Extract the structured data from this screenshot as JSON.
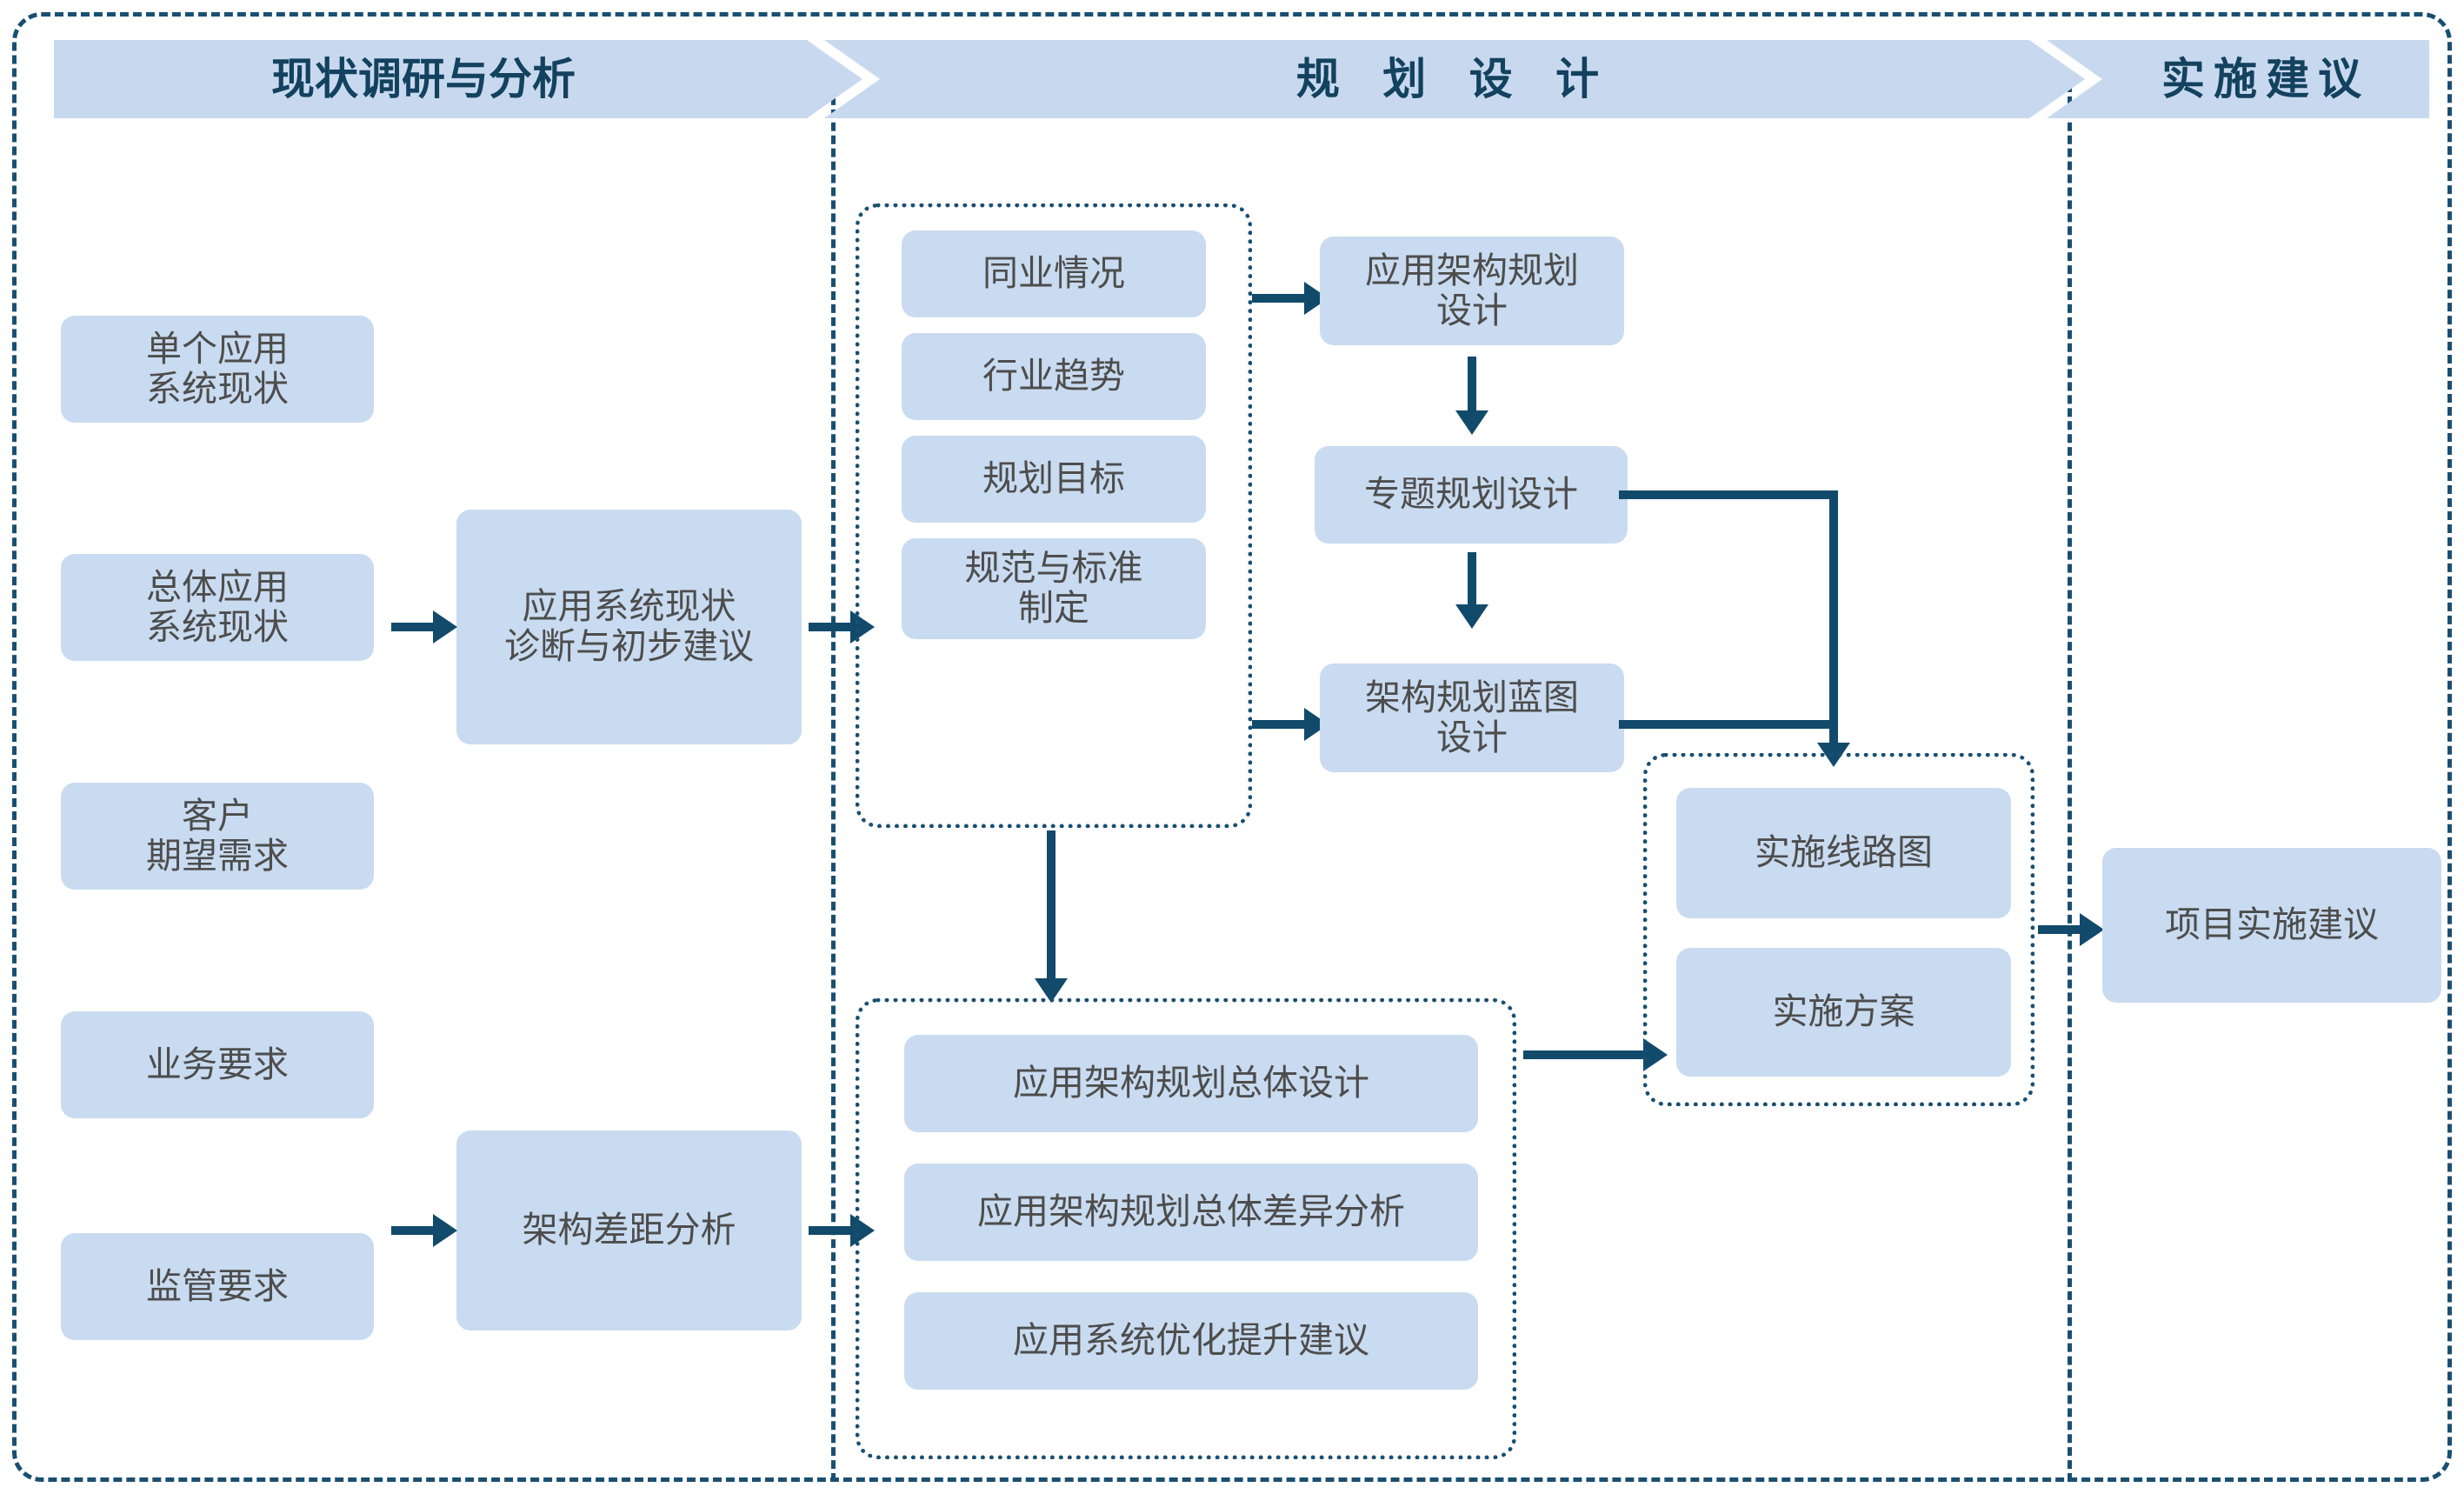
{
  "diagram": {
    "title_banners": [
      {
        "id": "phase-1",
        "label": "现状调研与分析"
      },
      {
        "id": "phase-2",
        "label": "规 划 设 计"
      },
      {
        "id": "phase-3",
        "label": "实施建议"
      }
    ],
    "inputs_column": [
      {
        "id": "input-single-system",
        "label": "单个应用\n系统现状"
      },
      {
        "id": "input-overall-system",
        "label": "总体应用\n系统现状"
      },
      {
        "id": "input-customer-expectation",
        "label": "客户\n期望需求"
      },
      {
        "id": "input-business-requirement",
        "label": "业务要求"
      },
      {
        "id": "input-regulatory-requirement",
        "label": "监管要求"
      }
    ],
    "analysis_column": [
      {
        "id": "analysis-diagnosis",
        "label": "应用系统现状\n诊断与初步建议"
      },
      {
        "id": "analysis-gap",
        "label": "架构差距分析"
      }
    ],
    "research_group": {
      "id": "research-group",
      "items": [
        {
          "id": "research-peer",
          "label": "同业情况"
        },
        {
          "id": "research-industry-trend",
          "label": "行业趋势"
        },
        {
          "id": "research-planning-goal",
          "label": "规划目标"
        },
        {
          "id": "research-standards",
          "label": "规范与标准\n制定"
        }
      ]
    },
    "design_chain": [
      {
        "id": "design-app-architecture",
        "label": "应用架构规划\n设计"
      },
      {
        "id": "design-topic-planning",
        "label": "专题规划设计"
      },
      {
        "id": "design-blueprint",
        "label": "架构规划蓝图\n设计"
      }
    ],
    "overall_group": {
      "id": "overall-design-group",
      "items": [
        {
          "id": "overall-master-design",
          "label": "应用架构规划总体设计"
        },
        {
          "id": "overall-gap-analysis",
          "label": "应用架构规划总体差异分析"
        },
        {
          "id": "overall-optimization",
          "label": "应用系统优化提升建议"
        }
      ]
    },
    "implementation_group": {
      "id": "implementation-group",
      "items": [
        {
          "id": "impl-roadmap",
          "label": "实施线路图"
        },
        {
          "id": "impl-plan",
          "label": "实施方案"
        }
      ]
    },
    "outcome": {
      "id": "outcome-proposal",
      "label": "项目实施建议"
    },
    "colors": {
      "node_fill": "#c9dbf0",
      "banner_fill": "#c8d9ef",
      "banner_text": "#13425f",
      "node_text": "#4d4d4d",
      "connector": "#124a6b",
      "frame": "#1a4f72",
      "background": "#ffffff"
    }
  }
}
